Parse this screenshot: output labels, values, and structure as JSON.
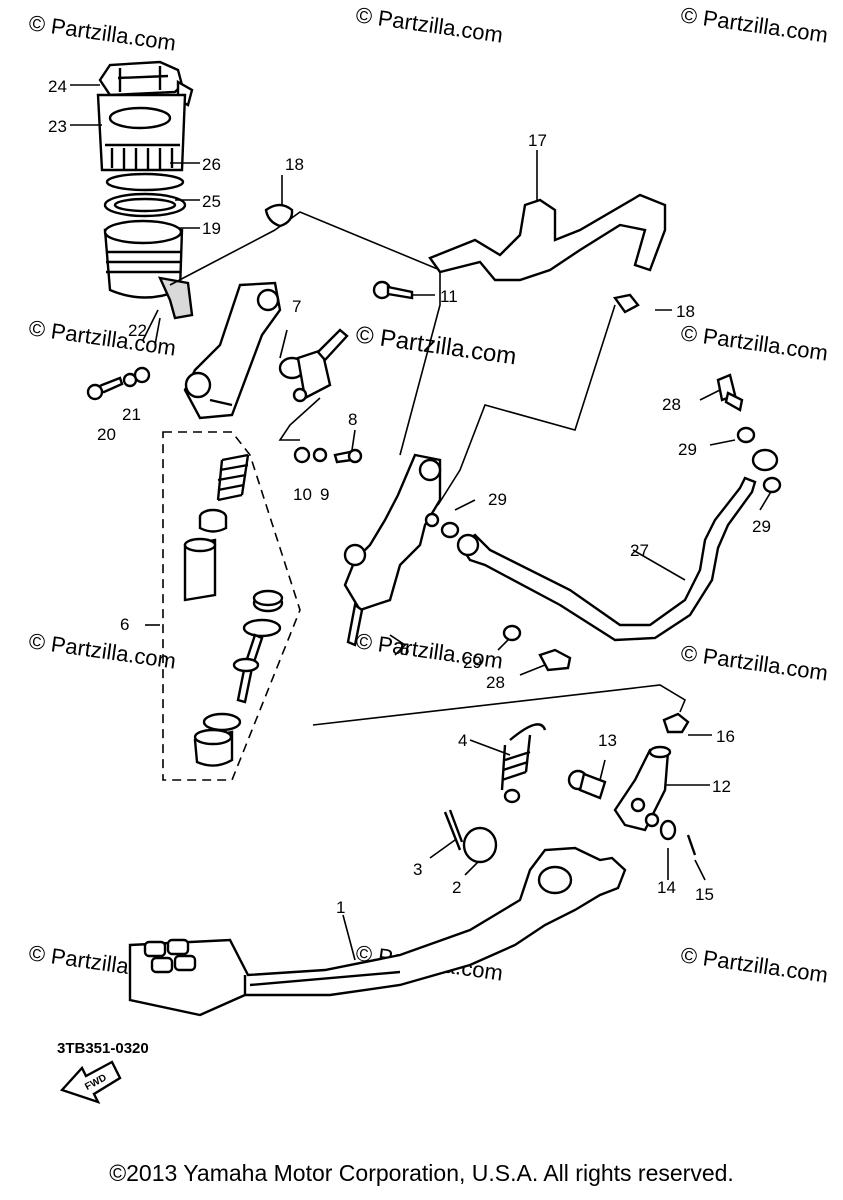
{
  "watermarks": [
    "© Partzilla.com",
    "© Partzilla.com",
    "© Partzilla.com",
    "© Partzilla.com",
    "© Partzilla.com",
    "© Partzilla.com",
    "© Partzilla.com",
    "© Partzilla.com",
    "© Partzilla.com",
    "© Partzilla.com",
    "© Partzilla.com",
    "© Partzilla.com"
  ],
  "center_watermark": "© Partzilla.com",
  "callouts": [
    "24",
    "23",
    "26",
    "25",
    "19",
    "18",
    "17",
    "11",
    "18",
    "7",
    "22",
    "21",
    "20",
    "8",
    "10",
    "9",
    "28",
    "29",
    "29",
    "29",
    "27",
    "6",
    "5",
    "29",
    "28",
    "16",
    "4",
    "13",
    "12",
    "3",
    "2",
    "14",
    "15",
    "1"
  ],
  "fwd_label": "FWD",
  "diagram_code": "3TB351-0320",
  "copyright": "©2013 Yamaha Motor Corporation, U.S.A. All rights reserved."
}
